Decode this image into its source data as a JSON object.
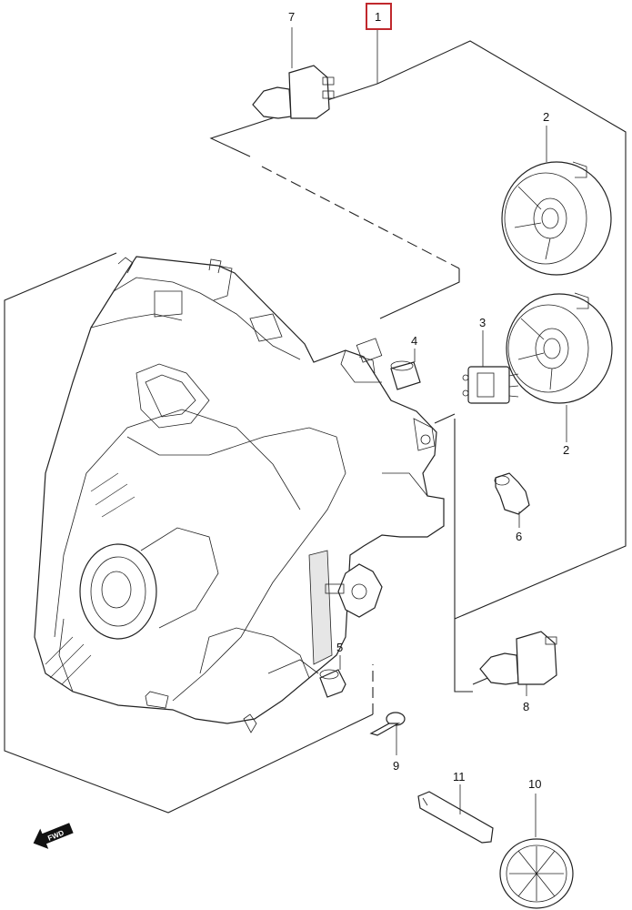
{
  "callouts": {
    "p1": "1",
    "p2a": "2",
    "p2b": "2",
    "p3": "3",
    "p4": "4",
    "p5": "5",
    "p6": "6",
    "p7": "7",
    "p8": "8",
    "p9": "9",
    "p10": "10",
    "p11": "11"
  },
  "fwd_label": "FWD",
  "colors": {
    "highlight_box": "#c0282d",
    "line": "#222222"
  }
}
